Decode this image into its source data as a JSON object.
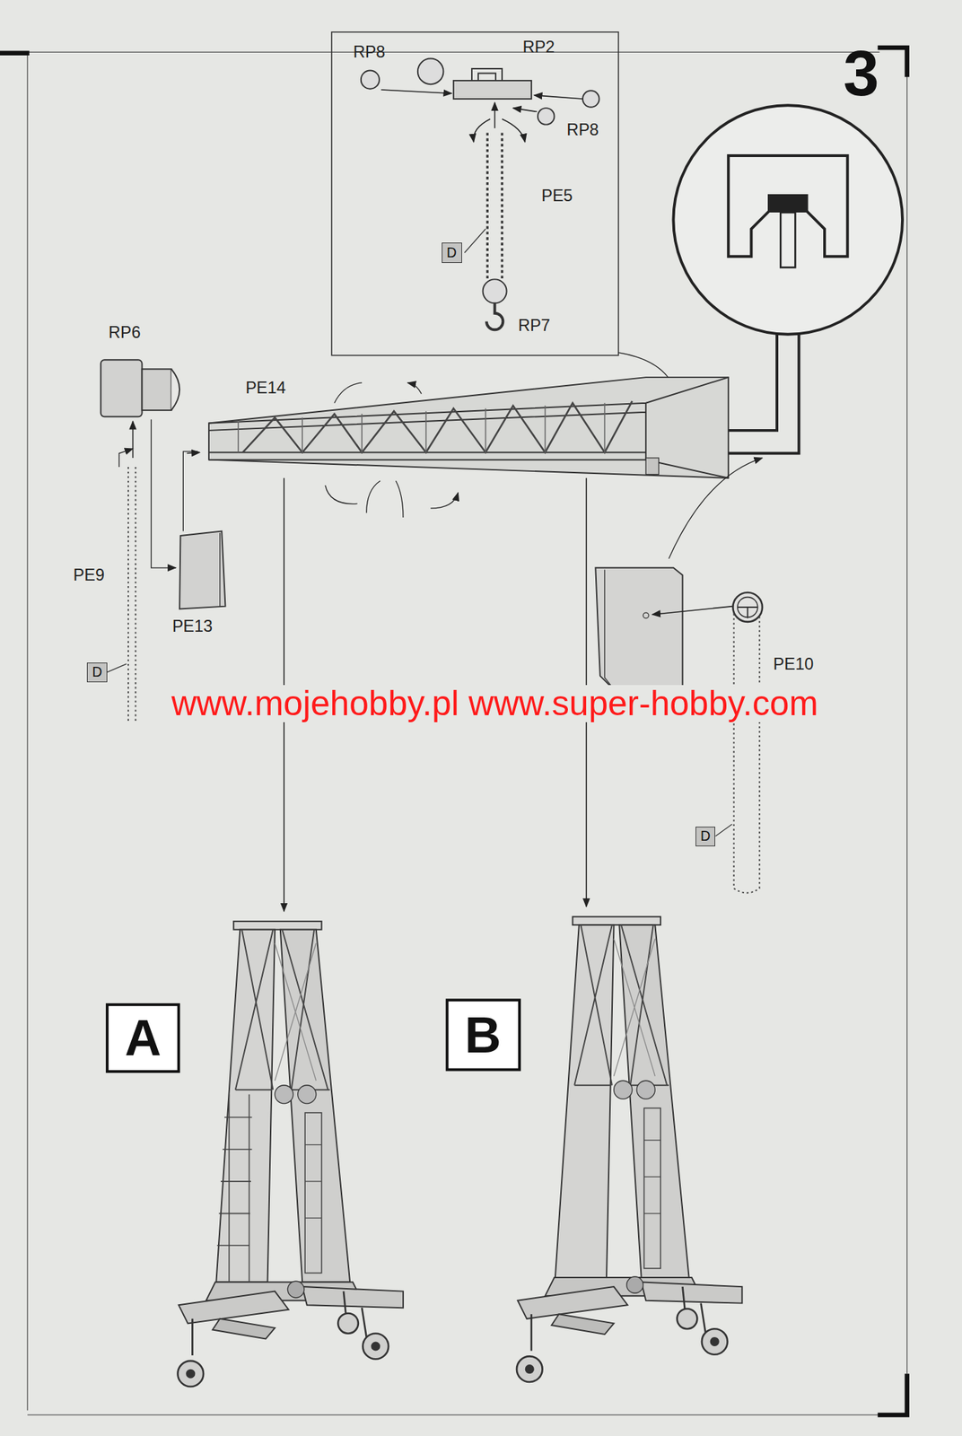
{
  "diagram": {
    "nodes": [
      {
        "text": [
          "D"
        ]
      },
      {
        "text": [
          "D"
        ]
      },
      {
        "text": [
          "D"
        ]
      },
      {
        "text": [
          "A"
        ]
      },
      {
        "text": [
          "B"
        ]
      }
    ],
    "labels": [
      "3",
      "RP8",
      "RP2",
      "RP8",
      "PE5",
      "RP7",
      "RP6",
      "PE14",
      "PE9",
      "PE13",
      "PE10",
      "www.mojehobby.pl www.super-hobby.com"
    ]
  }
}
